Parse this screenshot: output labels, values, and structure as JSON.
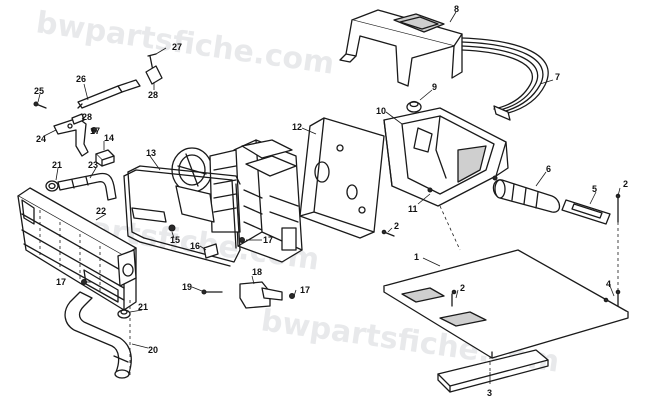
{
  "watermark": "bwpartsfiche.com",
  "labels": [
    "1",
    "2",
    "3",
    "4",
    "5",
    "6",
    "7",
    "8",
    "9",
    "10",
    "11",
    "12",
    "13",
    "14",
    "15",
    "16",
    "17",
    "18",
    "19",
    "20",
    "21",
    "22",
    "23",
    "24",
    "25",
    "26",
    "27",
    "28"
  ],
  "colors": {
    "line": "#1a1a1a",
    "watermark": "#9aa0a8",
    "background": "#ffffff"
  }
}
